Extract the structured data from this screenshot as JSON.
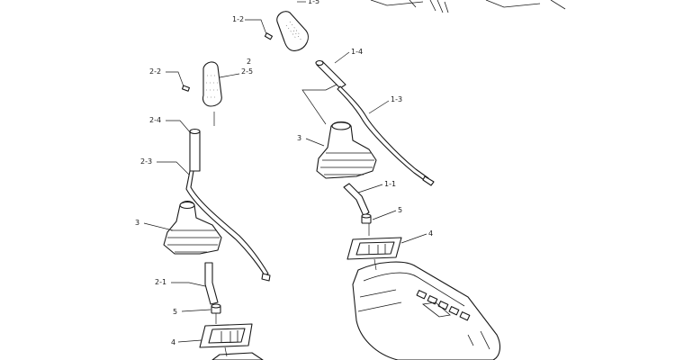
{
  "callouts": {
    "c_1_5": "1-5",
    "c_1_2": "1-2",
    "c_1_4": "1-4",
    "c_1_3": "1-3",
    "c_3_right": "3",
    "c_1_1": "1-1",
    "c_5_right": "5",
    "c_4_right": "4",
    "c_2_2": "2-2",
    "c_2": "2",
    "c_2_5": "2-5",
    "c_2_4": "2-4",
    "c_2_3": "2-3",
    "c_3_left": "3",
    "c_2_1": "2-1",
    "c_5_left": "5",
    "c_4_left": "4"
  }
}
